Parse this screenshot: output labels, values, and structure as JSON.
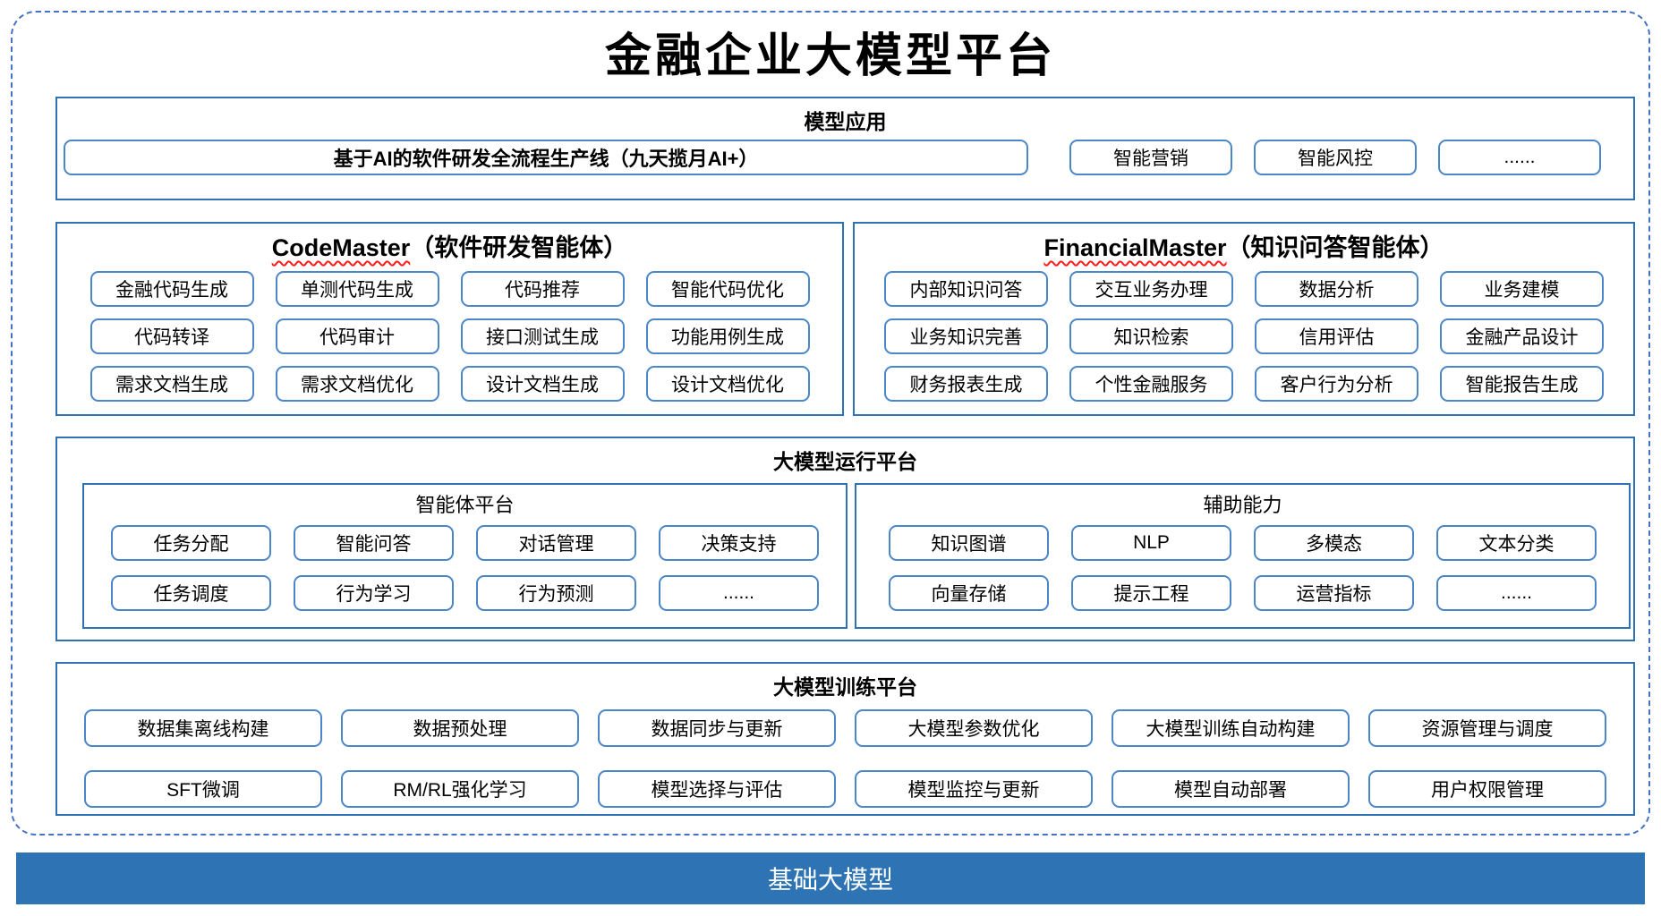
{
  "title": "金融企业大模型平台",
  "colors": {
    "section_border": "#2E74B5",
    "button_border": "#4A86C8",
    "dashed_frame": "#4472C4",
    "base_bar_bg": "#2E74B5",
    "base_bar_text": "#FFFFFF",
    "spellcheck_squiggle": "#FF1A1A"
  },
  "sections": {
    "model_app": {
      "header": "模型应用",
      "main_item": "基于AI的软件研发全流程生产线（九天揽月AI+）",
      "items": [
        "智能营销",
        "智能风控",
        "......"
      ]
    },
    "codemaster": {
      "title_en": "CodeMaster",
      "title_zh": "（软件研发智能体）",
      "items": [
        "金融代码生成",
        "单测代码生成",
        "代码推荐",
        "智能代码优化",
        "代码转译",
        "代码审计",
        "接口测试生成",
        "功能用例生成",
        "需求文档生成",
        "需求文档优化",
        "设计文档生成",
        "设计文档优化"
      ]
    },
    "financialmaster": {
      "title_en": "FinancialMaster",
      "title_zh": "（知识问答智能体）",
      "items": [
        "内部知识问答",
        "交互业务办理",
        "数据分析",
        "业务建模",
        "业务知识完善",
        "知识检索",
        "信用评估",
        "金融产品设计",
        "财务报表生成",
        "个性金融服务",
        "客户行为分析",
        "智能报告生成"
      ]
    },
    "runtime": {
      "header": "大模型运行平台",
      "agent_platform": {
        "label": "智能体平台",
        "items": [
          "任务分配",
          "智能问答",
          "对话管理",
          "决策支持",
          "任务调度",
          "行为学习",
          "行为预测",
          "......"
        ]
      },
      "aux_ability": {
        "label": "辅助能力",
        "items": [
          "知识图谱",
          "NLP",
          "多模态",
          "文本分类",
          "向量存储",
          "提示工程",
          "运营指标",
          "......"
        ]
      }
    },
    "training": {
      "header": "大模型训练平台",
      "items": [
        "数据集离线构建",
        "数据预处理",
        "数据同步与更新",
        "大模型参数优化",
        "大模型训练自动构建",
        "资源管理与调度",
        "SFT微调",
        "RM/RL强化学习",
        "模型选择与评估",
        "模型监控与更新",
        "模型自动部署",
        "用户权限管理"
      ]
    },
    "base_model": {
      "label": "基础大模型"
    }
  }
}
